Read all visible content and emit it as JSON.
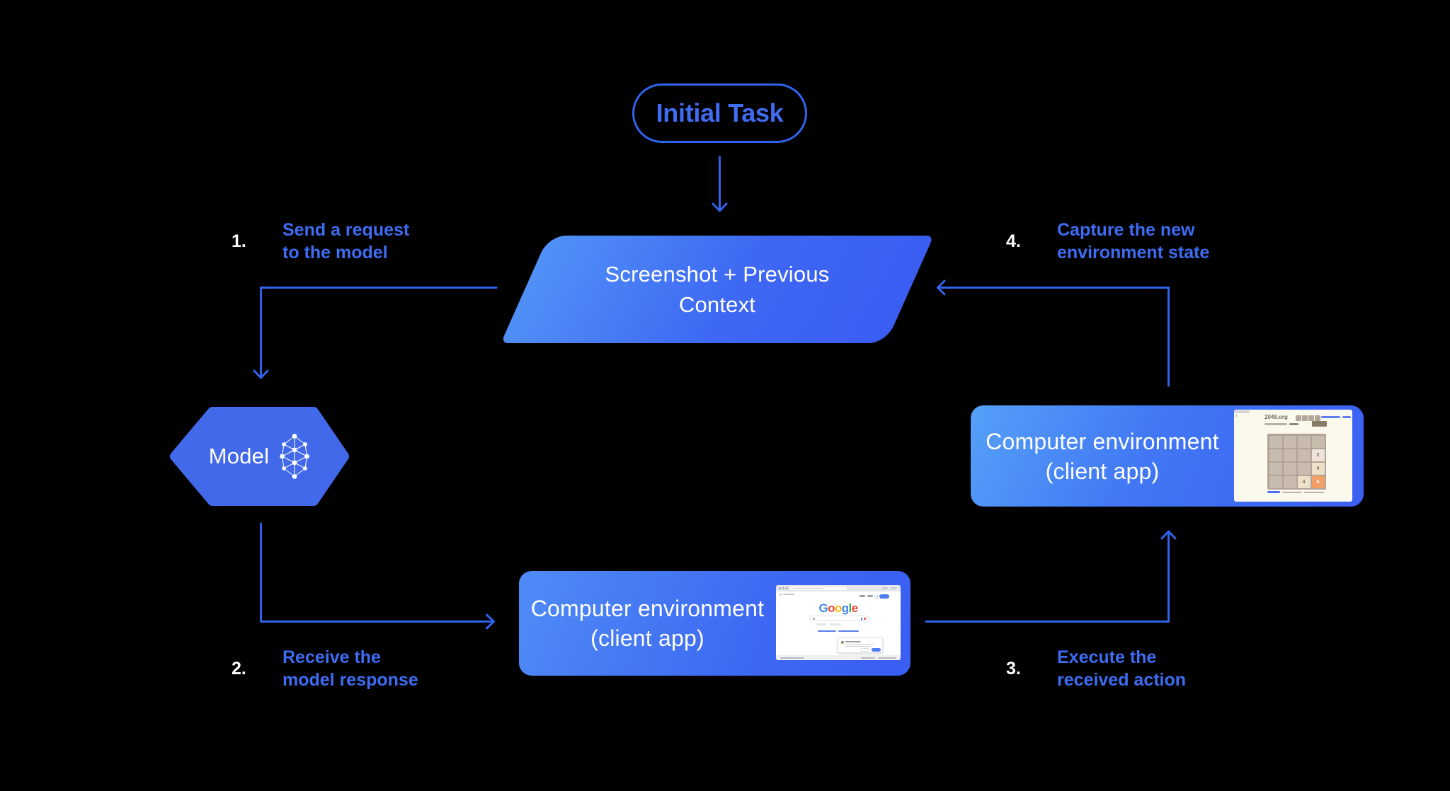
{
  "colors": {
    "background": "#000000",
    "arrow_blue": "#3162eb",
    "outline_blue": "#3263ee",
    "label_blue": "#3e6cf2",
    "step_number_white": "#ffffff",
    "shape_text_white": "#ffffff",
    "shape_gradient_light": "#5091f7",
    "shape_gradient_dark": "#3a5df2",
    "google_logo": [
      "#4285F4",
      "#EA4335",
      "#FBBC05",
      "#4285F4",
      "#34A853",
      "#EA4335"
    ],
    "tile_orange": "#f2a065"
  },
  "nodes": {
    "initial_task": {
      "label": "Initial Task"
    },
    "screenshot_context": {
      "line1": "Screenshot + Previous",
      "line2": "Context"
    },
    "model": {
      "label": "Model"
    },
    "client_env_bottom": {
      "line1": "Computer environment",
      "line2": "(client app)"
    },
    "client_env_right": {
      "line1": "Computer environment",
      "line2": "(client app)"
    }
  },
  "steps": [
    {
      "num": "1.",
      "line1": "Send a request",
      "line2": "to the model"
    },
    {
      "num": "2.",
      "line1": "Receive the",
      "line2": "model response"
    },
    {
      "num": "3.",
      "line1": "Execute the",
      "line2": "received action"
    },
    {
      "num": "4.",
      "line1": "Capture the new",
      "line2": "environment state"
    }
  ],
  "thumb_2048": {
    "site": "2048.org",
    "tiles": {
      "r2c4": "2",
      "r3c4": "4",
      "r4c3": "4",
      "r4c4": "8"
    }
  },
  "thumb_google": {
    "logo_letters": [
      "G",
      "o",
      "o",
      "g",
      "l",
      "e"
    ]
  }
}
